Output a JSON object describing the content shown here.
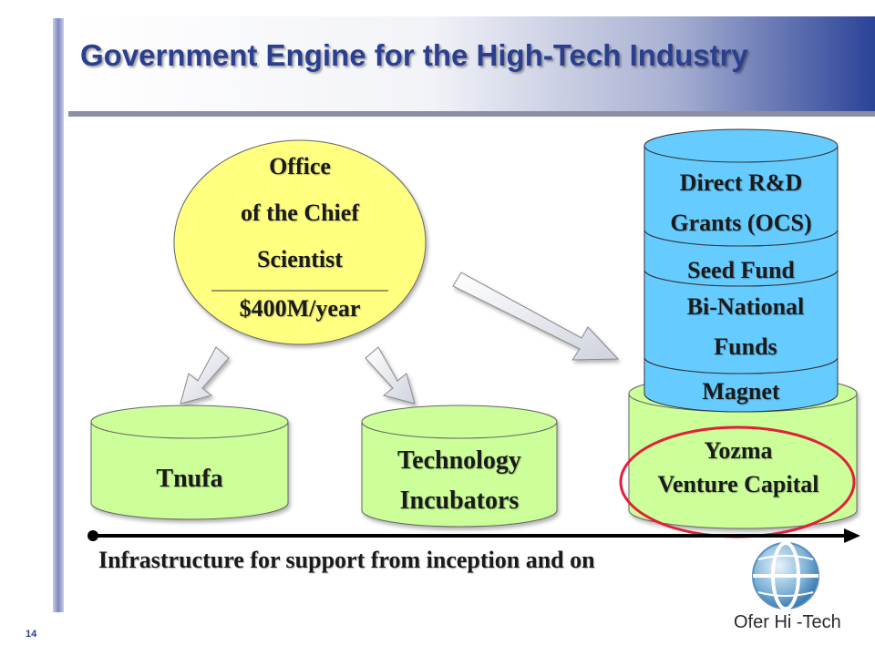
{
  "slide": {
    "title": "Government Engine for the High-Tech Industry",
    "number": "14"
  },
  "ocs": {
    "line1": "Office",
    "line2": "of the Chief",
    "line3": "Scientist",
    "budget": "$400M/year"
  },
  "cylinders": {
    "tnufa": "Tnufa",
    "incubators_line1": "Technology",
    "incubators_line2": "Incubators",
    "yozma_line1": "Yozma",
    "yozma_line2": "Venture Capital"
  },
  "stack": {
    "grants_line1": "Direct R&D",
    "grants_line2": "Grants (OCS)",
    "seed": "Seed Fund",
    "binational_line1": "Bi-National",
    "binational_line2": "Funds",
    "magnet": "Magnet"
  },
  "timeline": {
    "label": "Infrastructure for support from inception and on"
  },
  "logo": {
    "text": "Ofer Hi -Tech",
    "icon": "globe-icon"
  },
  "colors": {
    "title": "#2b3f8f",
    "ocs_fill": "#ffff80",
    "cylinder_green": "#ccff99",
    "stack_blue": "#66ccff",
    "highlight_circle": "#e0203a"
  }
}
